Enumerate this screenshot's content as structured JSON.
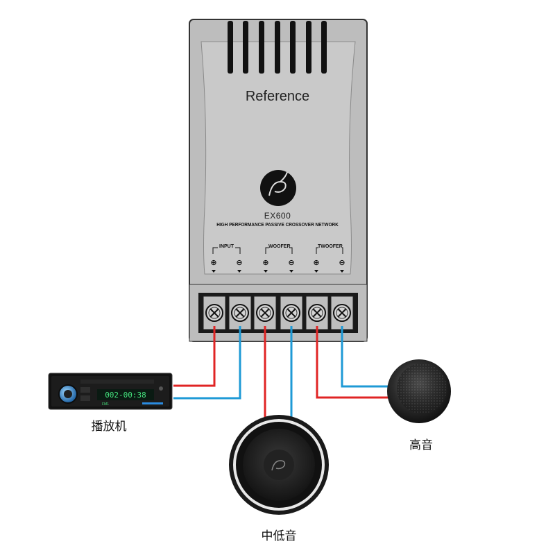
{
  "crossover": {
    "brand": "Reference",
    "model": "EX600",
    "description": "HIGH PERFORMANCE PASSIVE CROSSOVER NETWORK",
    "groups": [
      {
        "label": "INPUT",
        "plus": "⊕",
        "minus": "⊖"
      },
      {
        "label": "WOOFER",
        "plus": "⊕",
        "minus": "⊖"
      },
      {
        "label": "TWOOFER",
        "plus": "⊕",
        "minus": "⊖"
      }
    ]
  },
  "head_unit": {
    "caption": "播放机",
    "display_text": "002-00:38",
    "display_band": "FM1"
  },
  "woofer": {
    "caption": "中低音"
  },
  "tweeter": {
    "caption": "高音"
  },
  "colors": {
    "positive_wire": "#e02424",
    "negative_wire": "#1e9ad6",
    "crossover_body": "#b8b8b8",
    "background": "#ffffff"
  }
}
